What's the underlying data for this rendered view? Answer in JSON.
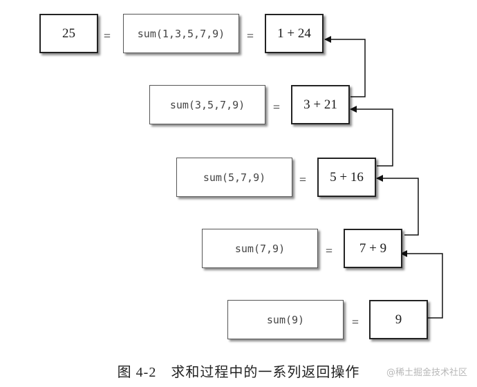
{
  "rows": [
    {
      "left": "25",
      "call": "sum(1,3,5,7,9)",
      "equals": "=",
      "equals2": "=",
      "result": "1 + 24"
    },
    {
      "call": "sum(3,5,7,9)",
      "equals": "=",
      "result": "3 + 21"
    },
    {
      "call": "sum(5,7,9)",
      "equals": "=",
      "result": "5 + 16"
    },
    {
      "call": "sum(7,9)",
      "equals": "=",
      "result": "7 + 9"
    },
    {
      "call": "sum(9)",
      "equals": "=",
      "result": "9"
    }
  ],
  "caption": "图 4-2　求和过程中的一系列返回操作",
  "watermark": "@稀土掘金技术社区",
  "colors": {
    "line": "#111111",
    "box_border": "#222222",
    "call_text": "#444444"
  }
}
